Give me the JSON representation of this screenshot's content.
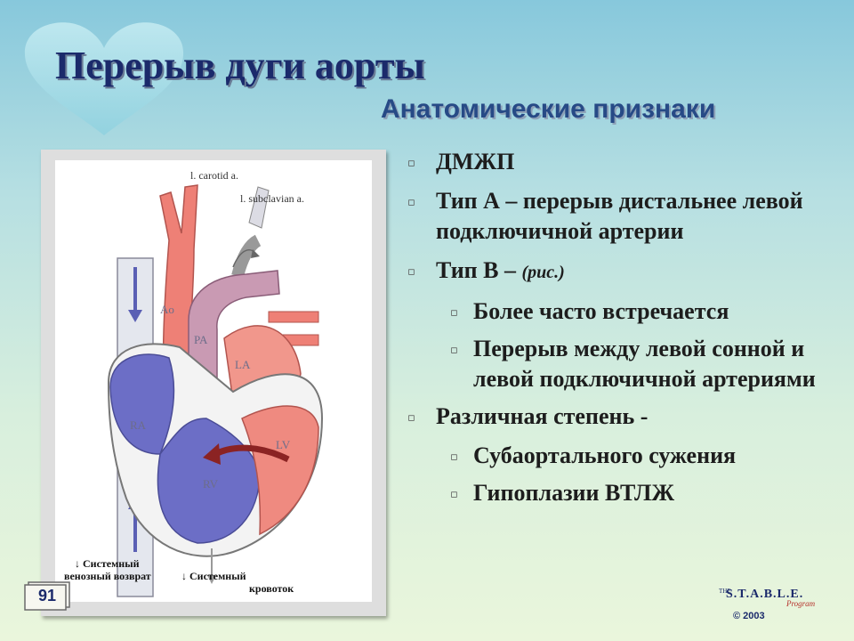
{
  "slide": {
    "title": "Перерыв дуги аорты",
    "subtitle": "Анатомические признаки",
    "page_number": "91"
  },
  "figure": {
    "labels": {
      "carotid": "l. carotid a.",
      "subclavian": "l. subclavian a.",
      "ao": "Ao",
      "pa": "PA",
      "la": "LA",
      "ra": "RA",
      "rv": "RV",
      "lv": "LV"
    },
    "caption_venous": {
      "arrow": "↓",
      "line1": "Системный",
      "line2": "венозный возврат"
    },
    "caption_systemic": {
      "arrow": "↓",
      "line1": "Системный",
      "line2": "кровоток"
    }
  },
  "bullets": [
    {
      "level": 1,
      "text": "ДМЖП"
    },
    {
      "level": 1,
      "text": "Тип А – перерыв дистальнее левой подключичной артерии"
    },
    {
      "level": 1,
      "text": "Тип В – ",
      "italic": "(рис.)"
    },
    {
      "level": 2,
      "text": "Более часто встречается"
    },
    {
      "level": 2,
      "text": "Перерыв между левой сонной и левой подключичной артериями"
    },
    {
      "level": 1,
      "text": "Различная степень -"
    },
    {
      "level": 2,
      "text": "Субаортального сужения"
    },
    {
      "level": 2,
      "text": "Гипоплазии ВТЛЖ"
    }
  ],
  "logo": {
    "the": "THE",
    "name": "S.T.A.B.L.E.",
    "program": "Program",
    "copyright": "© 2003"
  },
  "colors": {
    "title": "#1b2a6b",
    "subtitle": "#274a86",
    "arterial": "#ee8a82",
    "venous": "#6c6ec6",
    "pa": "#c99ab3"
  }
}
